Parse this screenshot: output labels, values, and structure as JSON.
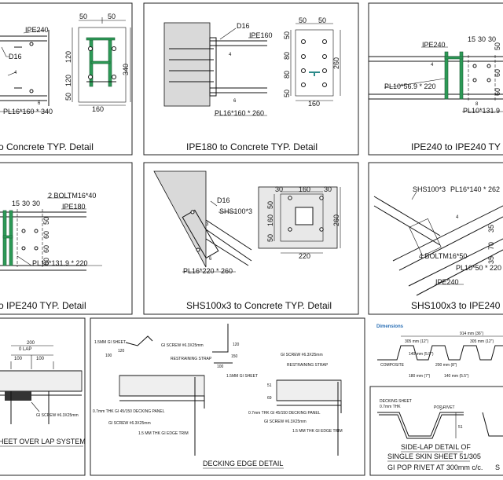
{
  "panels": {
    "p1": {
      "caption": "o Concrete TYP. Detail",
      "labels": [
        "IPE240",
        "D16",
        "PL16*160 * 340",
        "50",
        "50",
        "120",
        "120",
        "50",
        "340",
        "160",
        "4",
        "6"
      ]
    },
    "p2": {
      "caption": "IPE180 to Concrete TYP. Detail",
      "labels": [
        "D16",
        "IPE160",
        "PL16*160 * 260",
        "50",
        "50",
        "50",
        "80",
        "80",
        "50",
        "260",
        "160",
        "4",
        "6"
      ]
    },
    "p3": {
      "caption": "IPE240 to IPE240 TY",
      "labels": [
        "IPE240",
        "15",
        "30",
        "30",
        "PL10*56.9 * 220",
        "PL10*131.9",
        "50",
        "60",
        "60",
        "4",
        "8"
      ]
    },
    "p4": {
      "caption": "o IPE240 TYP. Detail",
      "labels": [
        "2 BOLTM16*40",
        "IPE180",
        "15",
        "30",
        "30",
        "PL10*131.9 * 220",
        "50",
        "60",
        "60",
        "60"
      ]
    },
    "p5": {
      "caption": "SHS100x3 to Concrete TYP. Detail",
      "labels": [
        "D16",
        "SHS100*3",
        "PL16*220 * 260",
        "30",
        "160",
        "30",
        "50",
        "160",
        "50",
        "260",
        "220",
        "3",
        "6"
      ]
    },
    "p6": {
      "caption": "SHS100x3 to IPE240",
      "labels": [
        "SHS100*3",
        "PL16*140 * 262",
        "4 BOLTM16*50",
        "PL10*50 * 220",
        "IPE240",
        "4",
        "35",
        "70",
        "35"
      ]
    },
    "p7": {
      "caption": "HEET OVER LAP SYSTEM",
      "labels": [
        "200",
        "0 LAP",
        "100",
        "100",
        "GI SCREW #6.3X25mm"
      ]
    },
    "p8": {
      "caption": "DECKING EDGE DETAIL",
      "labels": [
        "1.5MM GI SHEET",
        "GI SCREW #6.3X25mm",
        "RESTRAINING STRAP",
        "1.5MM GI SHEET",
        "100",
        "120",
        "120",
        "150",
        "100",
        "0.7mm THK GI 45/150 DECKING PANEL",
        "GI SCREW #6.3X25mm",
        "1.5 MM THK GI EDGE TRIM",
        "GI SCREW #6.3X25mm",
        "RESTRAINING STRAP",
        "51",
        "69",
        "0.7mm THK GI 45/150 DECKING PANEL",
        "GI SCREW #6.3X25mm",
        "1.5 MM THK GI EDGE TRIM"
      ]
    },
    "p9": {
      "title": "Dimensions",
      "labels": [
        "914 mm (36\")",
        "305 mm (12\")",
        "305 mm (12\")",
        "140 mm (5.5\")",
        "200 mm (8\")",
        "180 mm (7\")",
        "140 mm (5.5\")",
        "COMPOSITE"
      ]
    },
    "p10": {
      "caption_line1": "SIDE-LAP DETAIL OF",
      "caption_line2": "SINGLE SKIN SHEET  51/305",
      "caption_line3": "GI POP RIVET AT 300mm c/c.",
      "caption_cut": "S",
      "labels": [
        "DECKING SHEET",
        "0.7mm THK",
        "POP RIVET",
        "51"
      ]
    }
  }
}
